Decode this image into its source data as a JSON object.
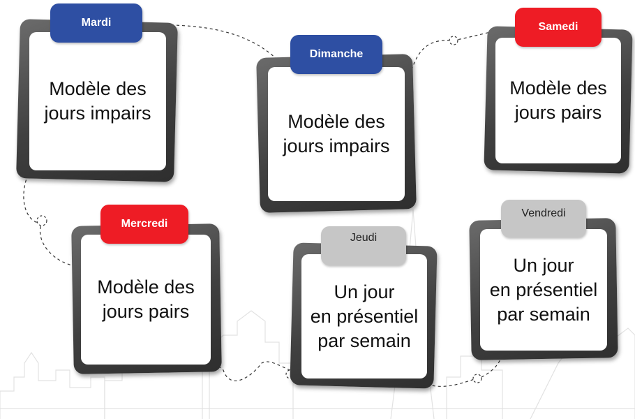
{
  "diagram": {
    "cards": [
      {
        "day": "Mardi",
        "text": "Modèle des\njours impairs",
        "tab_color": "#2e4fa3"
      },
      {
        "day": "Dimanche",
        "text": "Modèle des\njours impairs",
        "tab_color": "#2e4fa3"
      },
      {
        "day": "Samedi",
        "text": "Modèle des\njours pairs",
        "tab_color": "#ee1c25"
      },
      {
        "day": "Mercredi",
        "text": "Modèle des\njours pairs",
        "tab_color": "#ee1c25"
      },
      {
        "day": "Jeudi",
        "text": "Un jour\nen présentiel\npar semain",
        "tab_color": "#c6c6c6"
      },
      {
        "day": "Vendredi",
        "text": "Un jour\nen présentiel\npar semain",
        "tab_color": "#c6c6c6"
      }
    ]
  }
}
